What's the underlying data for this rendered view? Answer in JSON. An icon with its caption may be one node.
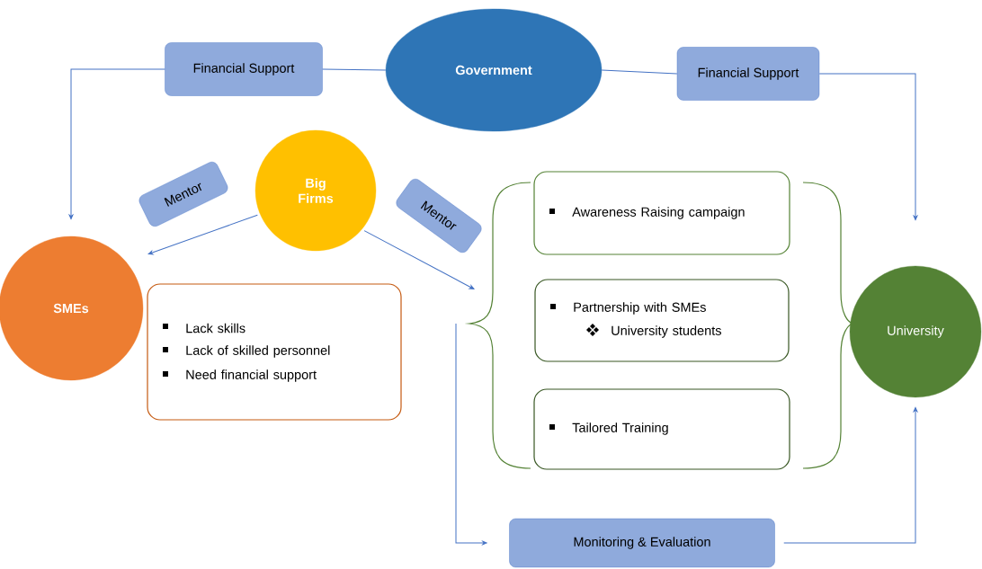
{
  "diagram": {
    "nodes": [
      {
        "text": [
          "Government"
        ]
      },
      {
        "text": [
          "Financial Support"
        ]
      },
      {
        "text": [
          "Financial Support"
        ]
      },
      {
        "text": [
          "Big Firms"
        ]
      },
      {
        "text": [
          "Mentor"
        ]
      },
      {
        "text": [
          "Mentor"
        ]
      },
      {
        "text": [
          "SMEs"
        ]
      },
      {
        "text": [
          "Lack skills",
          "Lack of skilled personnel",
          "Need financial support"
        ]
      },
      {
        "text": [
          "Awareness Raising campaign"
        ]
      },
      {
        "text": [
          "Partnership with SMEs",
          "University students"
        ]
      },
      {
        "text": [
          "Tailored Training"
        ]
      },
      {
        "text": [
          "University"
        ]
      },
      {
        "text": [
          "Monitoring & Evaluation"
        ]
      }
    ],
    "edges": [
      {
        "from": 0,
        "to": 1,
        "arrow": "none"
      },
      {
        "from": 1,
        "to": 6,
        "arrow": "to"
      },
      {
        "from": 0,
        "to": 2,
        "arrow": "none"
      },
      {
        "from": 2,
        "to": 11,
        "arrow": "to"
      },
      {
        "from": 3,
        "to": 6,
        "arrow": "to"
      },
      {
        "from": 3,
        "to": null,
        "arrow": "to"
      },
      {
        "from": null,
        "to": 12,
        "arrow": "to"
      },
      {
        "from": 12,
        "to": 11,
        "arrow": "to"
      }
    ]
  }
}
